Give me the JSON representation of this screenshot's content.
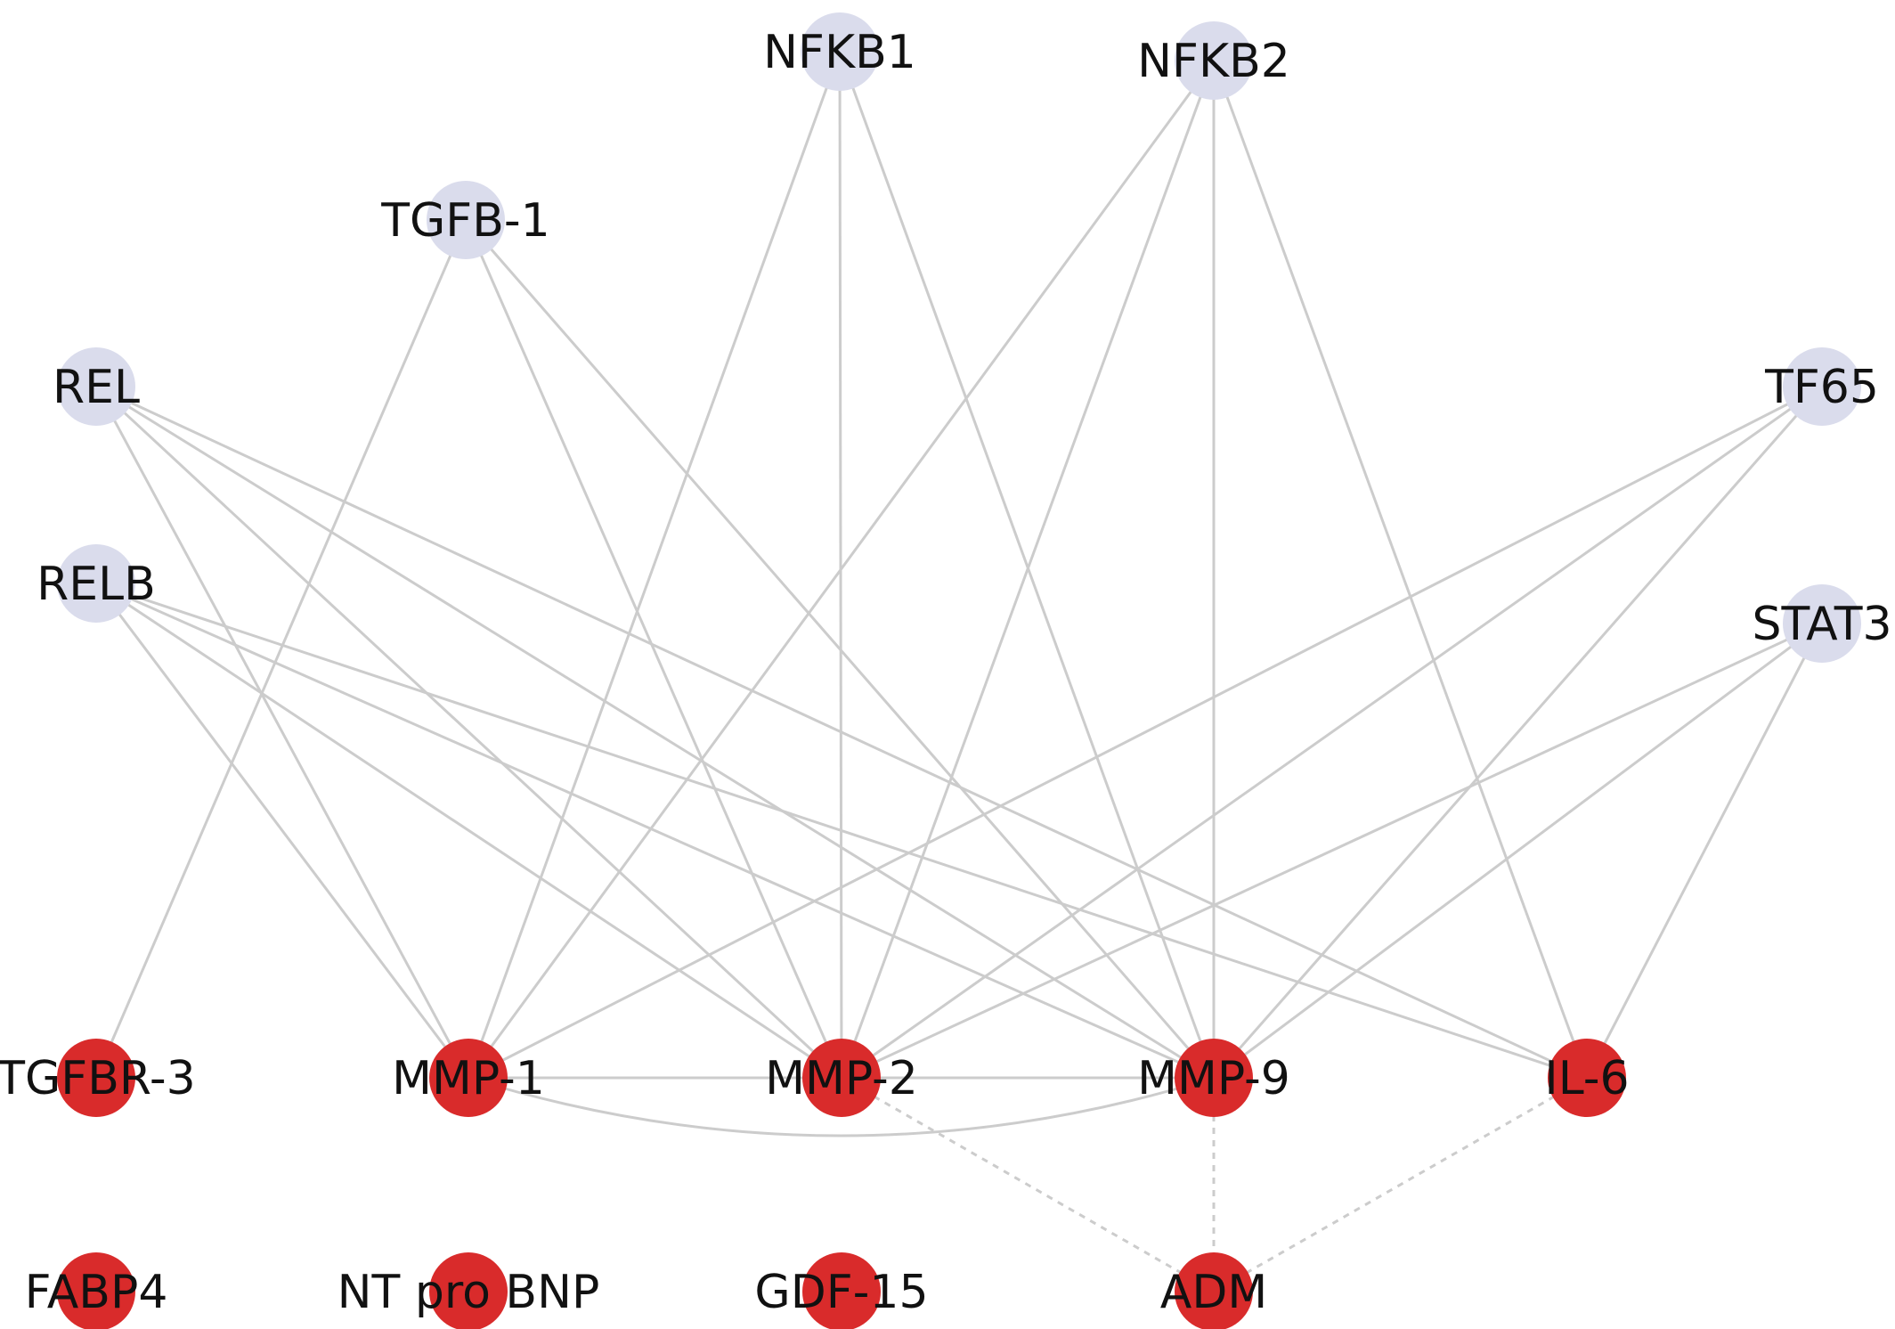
{
  "colors": {
    "regulator_node": "#DADCEC",
    "biomarker_node": "#D92B2B",
    "edge": "#CCCCCC",
    "text": "#111111"
  },
  "nodes": [
    {
      "id": "NFKB1",
      "label": "NFKB1",
      "group": "regulator"
    },
    {
      "id": "NFKB2",
      "label": "NFKB2",
      "group": "regulator"
    },
    {
      "id": "TGFB1",
      "label": "TGFB-1",
      "group": "regulator"
    },
    {
      "id": "REL",
      "label": "REL",
      "group": "regulator"
    },
    {
      "id": "RELB",
      "label": "RELB",
      "group": "regulator"
    },
    {
      "id": "TF65",
      "label": "TF65",
      "group": "regulator"
    },
    {
      "id": "STAT3",
      "label": "STAT3",
      "group": "regulator"
    },
    {
      "id": "TGFBR3",
      "label": "TGFBR-3",
      "group": "biomarker"
    },
    {
      "id": "MMP1",
      "label": "MMP-1",
      "group": "biomarker"
    },
    {
      "id": "MMP2",
      "label": "MMP-2",
      "group": "biomarker"
    },
    {
      "id": "MMP9",
      "label": "MMP-9",
      "group": "biomarker"
    },
    {
      "id": "IL6",
      "label": "IL-6",
      "group": "biomarker"
    },
    {
      "id": "FABP4",
      "label": "FABP4",
      "group": "biomarker"
    },
    {
      "id": "NTPROBNP",
      "label": "NT pro BNP",
      "group": "biomarker"
    },
    {
      "id": "GDF15",
      "label": "GDF-15",
      "group": "biomarker"
    },
    {
      "id": "ADM",
      "label": "ADM",
      "group": "biomarker"
    }
  ],
  "edges": [
    {
      "source": "NFKB1",
      "target": "MMP1",
      "style": "solid"
    },
    {
      "source": "NFKB1",
      "target": "MMP2",
      "style": "solid"
    },
    {
      "source": "NFKB1",
      "target": "MMP9",
      "style": "solid"
    },
    {
      "source": "NFKB2",
      "target": "MMP1",
      "style": "solid"
    },
    {
      "source": "NFKB2",
      "target": "MMP2",
      "style": "solid"
    },
    {
      "source": "NFKB2",
      "target": "MMP9",
      "style": "solid"
    },
    {
      "source": "NFKB2",
      "target": "IL6",
      "style": "solid"
    },
    {
      "source": "TGFB1",
      "target": "TGFBR3",
      "style": "solid"
    },
    {
      "source": "TGFB1",
      "target": "MMP2",
      "style": "solid"
    },
    {
      "source": "TGFB1",
      "target": "MMP9",
      "style": "solid"
    },
    {
      "source": "REL",
      "target": "MMP1",
      "style": "solid"
    },
    {
      "source": "REL",
      "target": "MMP2",
      "style": "solid"
    },
    {
      "source": "REL",
      "target": "MMP9",
      "style": "solid"
    },
    {
      "source": "REL",
      "target": "IL6",
      "style": "solid"
    },
    {
      "source": "RELB",
      "target": "MMP1",
      "style": "solid"
    },
    {
      "source": "RELB",
      "target": "MMP2",
      "style": "solid"
    },
    {
      "source": "RELB",
      "target": "MMP9",
      "style": "solid"
    },
    {
      "source": "RELB",
      "target": "IL6",
      "style": "solid"
    },
    {
      "source": "TF65",
      "target": "MMP1",
      "style": "solid"
    },
    {
      "source": "TF65",
      "target": "MMP2",
      "style": "solid"
    },
    {
      "source": "TF65",
      "target": "MMP9",
      "style": "solid"
    },
    {
      "source": "STAT3",
      "target": "MMP2",
      "style": "solid"
    },
    {
      "source": "STAT3",
      "target": "MMP9",
      "style": "solid"
    },
    {
      "source": "STAT3",
      "target": "IL6",
      "style": "solid"
    },
    {
      "source": "MMP1",
      "target": "MMP2",
      "style": "solid"
    },
    {
      "source": "MMP2",
      "target": "MMP9",
      "style": "solid"
    },
    {
      "source": "MMP1",
      "target": "MMP9",
      "style": "curved"
    },
    {
      "source": "MMP2",
      "target": "ADM",
      "style": "dashed"
    },
    {
      "source": "MMP9",
      "target": "ADM",
      "style": "dashed"
    },
    {
      "source": "IL6",
      "target": "ADM",
      "style": "dashed"
    }
  ]
}
